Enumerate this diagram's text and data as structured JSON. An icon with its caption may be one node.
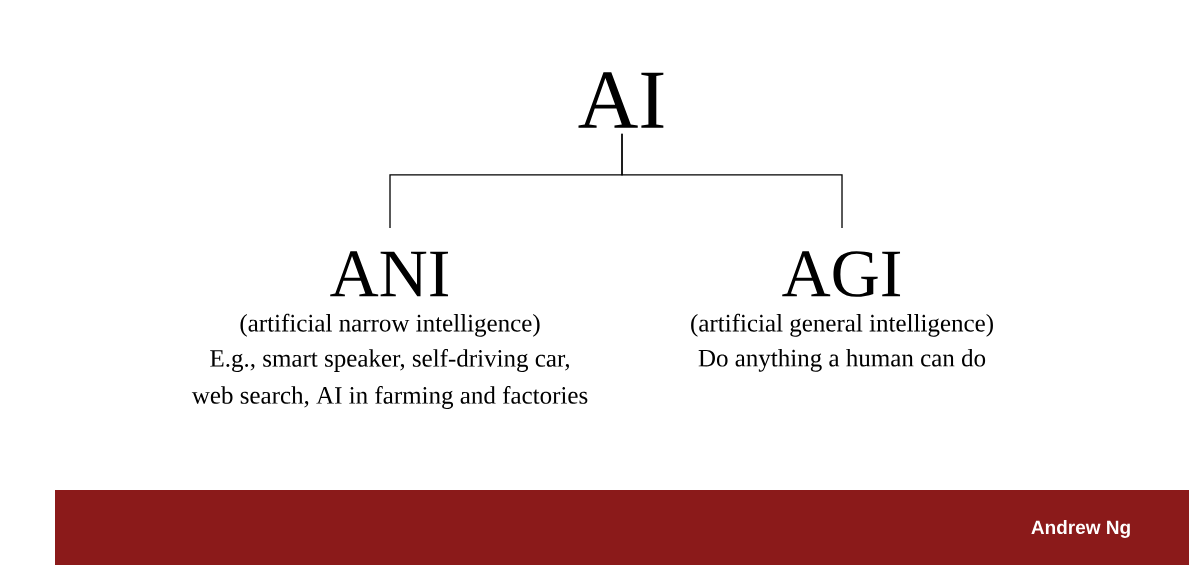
{
  "diagram": {
    "nodes": [
      {
        "text": [
          "AI"
        ]
      },
      {
        "text": [
          "ANI",
          "(artificial narrow intelligence)",
          "E.g., smart speaker, self-driving car, web search, AI in farming and factories"
        ]
      },
      {
        "text": [
          "AGI",
          "(artificial general intelligence)",
          "Do anything a human can do"
        ]
      },
      {
        "text": [
          "Andrew Ng"
        ]
      }
    ],
    "edges": [
      {
        "from": 0,
        "to": 1,
        "arrow": "none"
      },
      {
        "from": 0,
        "to": 2,
        "arrow": "none"
      }
    ]
  }
}
